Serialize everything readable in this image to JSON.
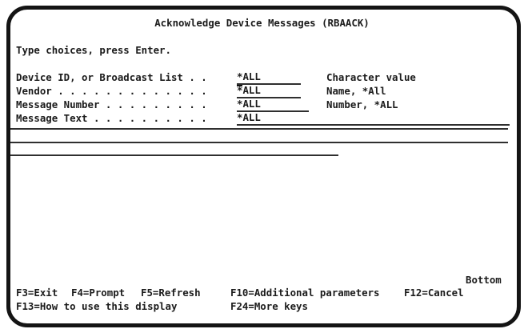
{
  "screen": {
    "title": "Acknowledge Device Messages (RBAACK)",
    "instruction": "Type choices, press Enter.",
    "status_indicator": "Bottom"
  },
  "colors": {
    "foreground": "#1b1b1b",
    "background": "#ffffff"
  },
  "fields": [
    {
      "label": "Device ID, or Broadcast List . .",
      "value": "*ALL",
      "hint": "Character value"
    },
    {
      "label": "Vendor . . . . . . . . . . . . .",
      "value": "*ALL",
      "hint": "Name, *All"
    },
    {
      "label": "Message Number . . . . . . . . .",
      "value": "*ALL",
      "hint": "Number, *ALL"
    },
    {
      "label": "Message Text . . . . . . . . . .",
      "value": "*ALL",
      "hint": ""
    }
  ],
  "function_keys": {
    "row1": [
      {
        "label": "F3=Exit"
      },
      {
        "label": "F4=Prompt"
      },
      {
        "label": "F5=Refresh"
      },
      {
        "label": "F10=Additional parameters"
      },
      {
        "label": "F12=Cancel"
      }
    ],
    "row2": [
      {
        "label": "F13=How to use this display"
      },
      {
        "label": "F24=More keys"
      }
    ]
  }
}
